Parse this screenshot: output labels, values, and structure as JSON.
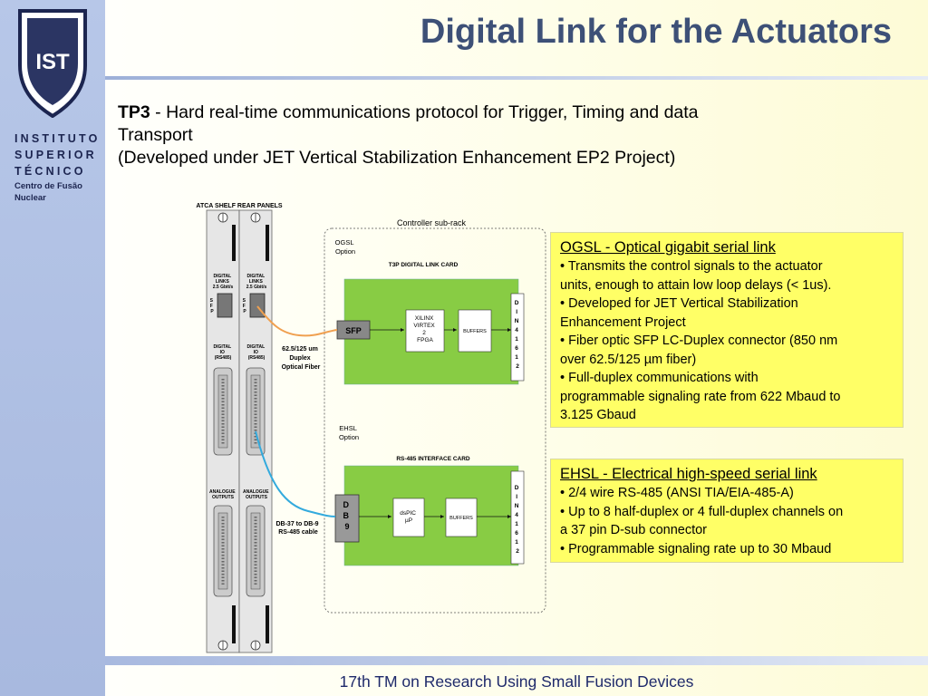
{
  "sidebar": {
    "logo_text": "IST",
    "institute_lines": [
      "INSTITUTO",
      "SUPERIOR",
      "TÉCNICO"
    ],
    "center_lines": [
      "Centro de Fusão",
      "Nuclear"
    ]
  },
  "title": "Digital Link for the Actuators",
  "body": {
    "tp3_label": "TP3",
    "line1_rest": " - Hard real-time communications protocol  for Trigger, Timing and data",
    "line2": "Transport",
    "line3": "(Developed under JET Vertical Stabilization Enhancement  EP2 Project)"
  },
  "diagram": {
    "shelf_label": "ATCA SHELF REAR PANELS",
    "panel": {
      "digital_links": [
        "DIGITAL",
        "LINKS",
        "2.5 Gbit/s"
      ],
      "sfp_letters": [
        "S",
        "F",
        "P"
      ],
      "digital_io": [
        "DIGITAL",
        "IO",
        "(RS485)"
      ],
      "analogue_outputs": [
        "ANALOGUE",
        "OUTPUTS"
      ]
    },
    "fiber_label": [
      "62.5/125 um",
      "Duplex",
      "Optical Fiber"
    ],
    "cable_label": [
      "DB-37 to DB-9",
      "RS-485 cable"
    ],
    "subrack_label": "Controller sub-rack",
    "ogsl_option": [
      "OGSL",
      "Option"
    ],
    "ehsl_option": [
      "EHSL",
      "Option"
    ],
    "t3p_card": "T3P DIGITAL LINK CARD",
    "rs485_card": "RS-485 INTERFACE CARD",
    "sfp_block": "SFP",
    "xilinx_block": [
      "XILINX",
      "VIRTEX",
      "2",
      "FPGA"
    ],
    "buffers_label": "BUFFERS",
    "dspic_block": [
      "dsPIC",
      "µP"
    ],
    "db9_letters": [
      "D",
      "B",
      "9"
    ],
    "din_letters": [
      "D",
      "I",
      "N",
      "4",
      "1",
      "6",
      "1",
      "2"
    ],
    "colors": {
      "card_green": "#88cc44",
      "fiber_orange": "#f0a050",
      "cable_blue": "#33aadd",
      "panel_gray": "#e6e6e6"
    }
  },
  "callouts": {
    "ogsl": {
      "heading": "OGSL - Optical gigabit serial link",
      "lines": [
        "• Transmits the control signals to the actuator",
        "units, enough to attain low loop delays (< 1us).",
        "•  Developed for JET Vertical Stabilization",
        "Enhancement Project",
        "• Fiber optic SFP LC-Duplex connector (850 nm",
        "over 62.5/125 µm fiber)",
        "• Full-duplex communications with",
        "programmable signaling rate from 622 Mbaud to",
        "3.125 Gbaud"
      ]
    },
    "ehsl": {
      "heading": "EHSL - Electrical high-speed serial link",
      "lines": [
        "• 2/4 wire RS-485 (ANSI TIA/EIA-485-A)",
        "• Up to 8 half-duplex or 4 full-duplex channels on",
        "a 37 pin D-sub connector",
        "• Programmable signaling rate up to 30 Mbaud"
      ]
    }
  },
  "footer": "17th TM on Research Using Small Fusion Devices"
}
